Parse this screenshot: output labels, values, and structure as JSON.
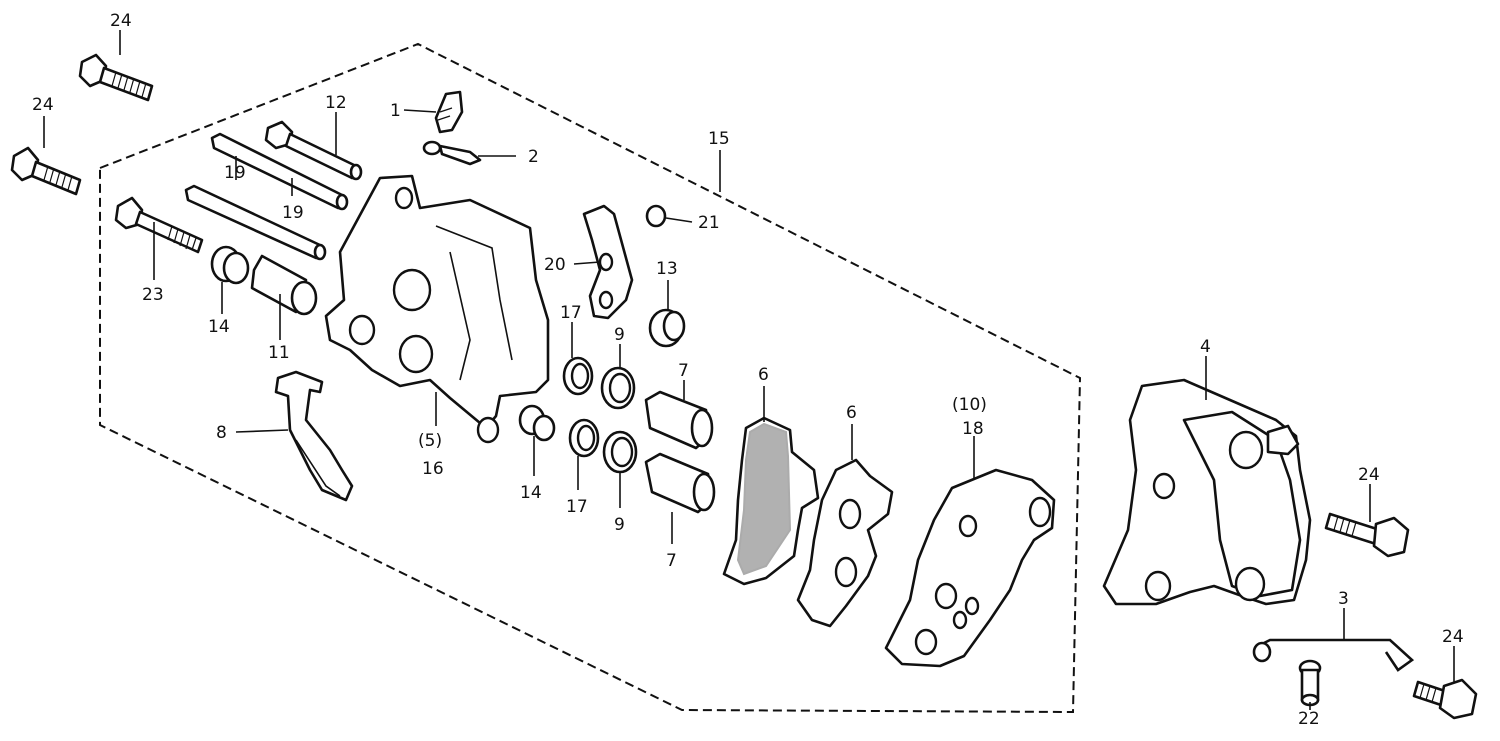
{
  "labels": {
    "l1": "1",
    "l2": "2",
    "l3": "3",
    "l4": "4",
    "l5": "(5)",
    "l6a": "6",
    "l6b": "6",
    "l7a": "7",
    "l7b": "7",
    "l8": "8",
    "l9a": "9",
    "l9b": "9",
    "l10": "(10)",
    "l11": "11",
    "l12": "12",
    "l13": "13",
    "l14a": "14",
    "l14b": "14",
    "l15": "15",
    "l16": "16",
    "l17a": "17",
    "l17b": "17",
    "l18": "18",
    "l19a": "19",
    "l19b": "19",
    "l20": "20",
    "l21": "21",
    "l22": "22",
    "l23": "23",
    "l24a": "24",
    "l24b": "24",
    "l24c": "24",
    "l24d": "24"
  }
}
